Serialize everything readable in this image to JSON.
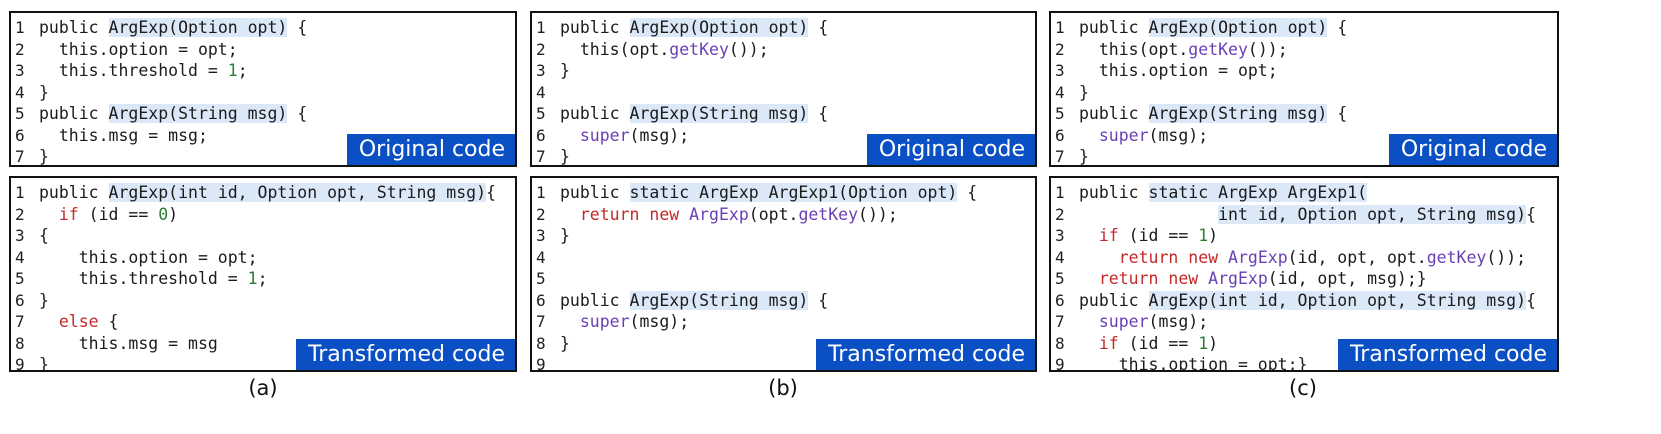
{
  "labels": {
    "original": "Original code",
    "transformed": "Transformed code"
  },
  "captions": [
    "(a)",
    "(b)",
    "(c)"
  ],
  "colors": {
    "label_bg": "#0b4fc4",
    "highlight": "#dbe8f7",
    "keyword": "#1a237e",
    "control": "#c62828",
    "method": "#6a3fb5",
    "number": "#2e7d32"
  },
  "panels": {
    "a_orig": [
      {
        "n": "1",
        "segs": [
          {
            "t": "public "
          },
          {
            "t": "ArgExp(Option opt)",
            "c": "hl"
          },
          {
            "t": " {"
          }
        ]
      },
      {
        "n": "2",
        "segs": [
          {
            "t": "  this.option = opt;"
          }
        ]
      },
      {
        "n": "3",
        "segs": [
          {
            "t": "  this.threshold = "
          },
          {
            "t": "1",
            "c": "num"
          },
          {
            "t": ";"
          }
        ]
      },
      {
        "n": "4",
        "segs": [
          {
            "t": "}"
          }
        ]
      },
      {
        "n": "5",
        "segs": [
          {
            "t": "public "
          },
          {
            "t": "ArgExp(String msg)",
            "c": "hl"
          },
          {
            "t": " {"
          }
        ]
      },
      {
        "n": "6",
        "segs": [
          {
            "t": "  this.msg = msg;"
          }
        ]
      },
      {
        "n": "7",
        "segs": [
          {
            "t": "}"
          }
        ]
      }
    ],
    "a_trans": [
      {
        "n": "1",
        "segs": [
          {
            "t": "public "
          },
          {
            "t": "ArgExp(int id, Option opt, String msg)",
            "c": "hl"
          },
          {
            "t": "{"
          }
        ]
      },
      {
        "n": "2",
        "segs": [
          {
            "t": "  "
          },
          {
            "t": "if",
            "c": "red"
          },
          {
            "t": " (id == "
          },
          {
            "t": "0",
            "c": "num"
          },
          {
            "t": ")"
          }
        ]
      },
      {
        "n": "3",
        "segs": [
          {
            "t": "{"
          }
        ]
      },
      {
        "n": "4",
        "segs": [
          {
            "t": "    this.option = opt;"
          }
        ]
      },
      {
        "n": "5",
        "segs": [
          {
            "t": "    this.threshold = "
          },
          {
            "t": "1",
            "c": "num"
          },
          {
            "t": ";"
          }
        ]
      },
      {
        "n": "6",
        "segs": [
          {
            "t": "}"
          }
        ]
      },
      {
        "n": "7",
        "segs": [
          {
            "t": "  "
          },
          {
            "t": "else",
            "c": "red"
          },
          {
            "t": " {"
          }
        ]
      },
      {
        "n": "8",
        "segs": [
          {
            "t": "    this.msg = msg"
          }
        ]
      },
      {
        "n": "9",
        "segs": [
          {
            "t": "}"
          }
        ]
      }
    ],
    "b_orig": [
      {
        "n": "1",
        "segs": [
          {
            "t": "public "
          },
          {
            "t": "ArgExp(Option opt)",
            "c": "hl"
          },
          {
            "t": " {"
          }
        ]
      },
      {
        "n": "2",
        "segs": [
          {
            "t": "  this(opt."
          },
          {
            "t": "getKey",
            "c": "fn"
          },
          {
            "t": "());"
          }
        ]
      },
      {
        "n": "3",
        "segs": [
          {
            "t": "}"
          }
        ]
      },
      {
        "n": "4",
        "segs": [
          {
            "t": ""
          }
        ]
      },
      {
        "n": "5",
        "segs": [
          {
            "t": "public "
          },
          {
            "t": "ArgExp(String msg)",
            "c": "hl"
          },
          {
            "t": " {"
          }
        ]
      },
      {
        "n": "6",
        "segs": [
          {
            "t": "  "
          },
          {
            "t": "super",
            "c": "fn"
          },
          {
            "t": "(msg);"
          }
        ]
      },
      {
        "n": "7",
        "segs": [
          {
            "t": "}"
          }
        ]
      }
    ],
    "b_trans": [
      {
        "n": "1",
        "segs": [
          {
            "t": "public "
          },
          {
            "t": "static ArgExp ArgExp1(Option opt)",
            "c": "hl"
          },
          {
            "t": " {"
          }
        ]
      },
      {
        "n": "2",
        "segs": [
          {
            "t": "  "
          },
          {
            "t": "return new",
            "c": "red"
          },
          {
            "t": " "
          },
          {
            "t": "ArgExp",
            "c": "fn"
          },
          {
            "t": "(opt."
          },
          {
            "t": "getKey",
            "c": "fn"
          },
          {
            "t": "());"
          }
        ]
      },
      {
        "n": "3",
        "segs": [
          {
            "t": "}"
          }
        ]
      },
      {
        "n": "4",
        "segs": [
          {
            "t": ""
          }
        ]
      },
      {
        "n": "5",
        "segs": [
          {
            "t": ""
          }
        ]
      },
      {
        "n": "6",
        "segs": [
          {
            "t": "public "
          },
          {
            "t": "ArgExp(String msg)",
            "c": "hl"
          },
          {
            "t": " {"
          }
        ]
      },
      {
        "n": "7",
        "segs": [
          {
            "t": "  "
          },
          {
            "t": "super",
            "c": "fn"
          },
          {
            "t": "(msg);"
          }
        ]
      },
      {
        "n": "8",
        "segs": [
          {
            "t": "}"
          }
        ]
      },
      {
        "n": "9",
        "segs": [
          {
            "t": ""
          }
        ]
      }
    ],
    "c_orig": [
      {
        "n": "1",
        "segs": [
          {
            "t": "public "
          },
          {
            "t": "ArgExp(Option opt)",
            "c": "hl"
          },
          {
            "t": " {"
          }
        ]
      },
      {
        "n": "2",
        "segs": [
          {
            "t": "  this(opt."
          },
          {
            "t": "getKey",
            "c": "fn"
          },
          {
            "t": "());"
          }
        ]
      },
      {
        "n": "3",
        "segs": [
          {
            "t": "  this.option = opt;"
          }
        ]
      },
      {
        "n": "4",
        "segs": [
          {
            "t": "}"
          }
        ]
      },
      {
        "n": "5",
        "segs": [
          {
            "t": "public "
          },
          {
            "t": "ArgExp(String msg)",
            "c": "hl"
          },
          {
            "t": " {"
          }
        ]
      },
      {
        "n": "6",
        "segs": [
          {
            "t": "  "
          },
          {
            "t": "super",
            "c": "fn"
          },
          {
            "t": "(msg);"
          }
        ]
      },
      {
        "n": "7",
        "segs": [
          {
            "t": "}"
          }
        ]
      }
    ],
    "c_trans": [
      {
        "n": "1",
        "segs": [
          {
            "t": "public "
          },
          {
            "t": "static ArgExp ArgExp1(",
            "c": "hl"
          }
        ]
      },
      {
        "n": "2",
        "segs": [
          {
            "t": "              "
          },
          {
            "t": "int id, Option opt, String msg)",
            "c": "hl"
          },
          {
            "t": "{"
          }
        ]
      },
      {
        "n": "3",
        "segs": [
          {
            "t": "  "
          },
          {
            "t": "if",
            "c": "red"
          },
          {
            "t": " (id == "
          },
          {
            "t": "1",
            "c": "num"
          },
          {
            "t": ")"
          }
        ]
      },
      {
        "n": "4",
        "segs": [
          {
            "t": "    "
          },
          {
            "t": "return new",
            "c": "red"
          },
          {
            "t": " "
          },
          {
            "t": "ArgExp",
            "c": "fn"
          },
          {
            "t": "(id, opt, opt."
          },
          {
            "t": "getKey",
            "c": "fn"
          },
          {
            "t": "());"
          }
        ]
      },
      {
        "n": "5",
        "segs": [
          {
            "t": "  "
          },
          {
            "t": "return new",
            "c": "red"
          },
          {
            "t": " "
          },
          {
            "t": "ArgExp",
            "c": "fn"
          },
          {
            "t": "(id, opt, msg);}"
          }
        ]
      },
      {
        "n": "6",
        "segs": [
          {
            "t": "public "
          },
          {
            "t": "ArgExp(int id, Option opt, String msg)",
            "c": "hl"
          },
          {
            "t": "{"
          }
        ]
      },
      {
        "n": "7",
        "segs": [
          {
            "t": "  "
          },
          {
            "t": "super",
            "c": "fn"
          },
          {
            "t": "(msg);"
          }
        ]
      },
      {
        "n": "8",
        "segs": [
          {
            "t": "  "
          },
          {
            "t": "if",
            "c": "red"
          },
          {
            "t": " (id == "
          },
          {
            "t": "1",
            "c": "num"
          },
          {
            "t": ")"
          }
        ]
      },
      {
        "n": "9",
        "segs": [
          {
            "t": "    this.option = opt;}"
          }
        ]
      }
    ]
  }
}
